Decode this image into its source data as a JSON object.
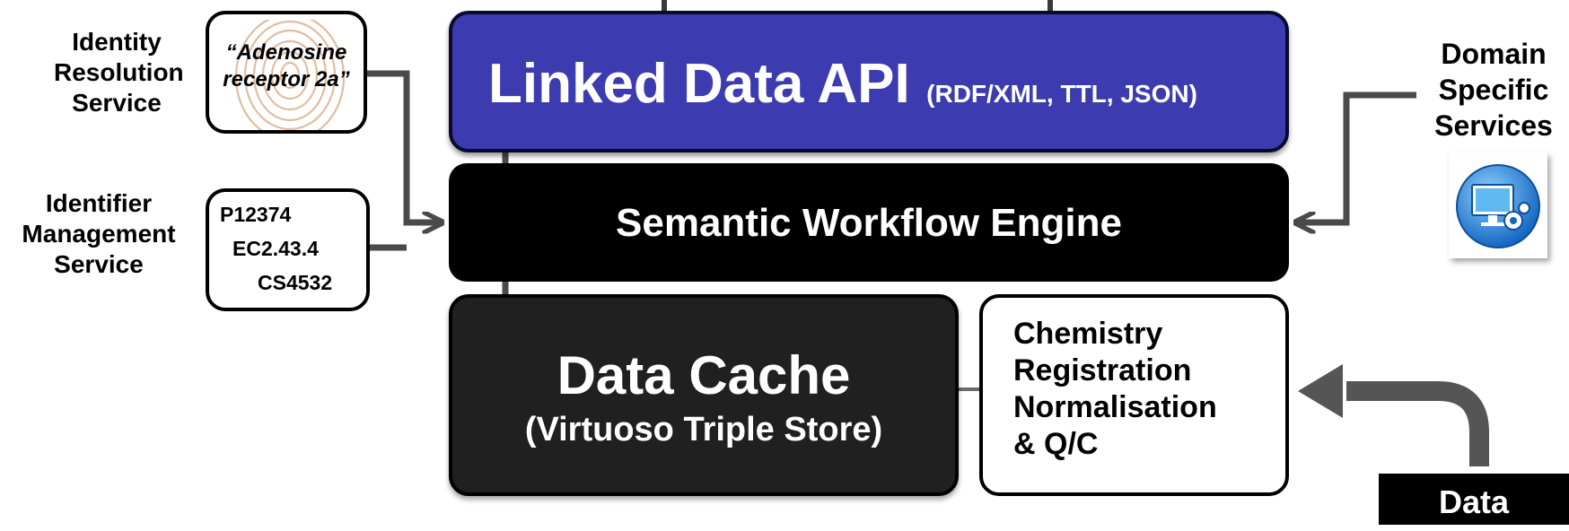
{
  "colors": {
    "api_blue": "#3c3cb0",
    "engine_black": "#000000",
    "cache_dark": "#202020",
    "arrow_gray": "#4a4a4a",
    "icon_blue": "#1f8fe0"
  },
  "left_services": {
    "identity_label": "Identity\nResolution\nService",
    "identity_box_text": "“Adenosine\nreceptor 2a”",
    "identifier_label": "Identifier\nManagement\nService",
    "identifier_ids": [
      "P12374",
      "EC2.43.4",
      "CS4532"
    ]
  },
  "api": {
    "title": "Linked Data API",
    "formats": "(RDF/XML, TTL, JSON)"
  },
  "engine": {
    "title": "Semantic Workflow Engine"
  },
  "cache": {
    "title": "Data Cache",
    "subtitle": "(Virtuoso Triple Store)"
  },
  "chemistry": {
    "lines": [
      "Chemistry",
      "Registration",
      "Normalisation",
      "& Q/C"
    ]
  },
  "domain_services": {
    "label": "Domain\nSpecific\nServices",
    "icon": "computer-gear-icon"
  },
  "data_source": {
    "label": "Data"
  }
}
